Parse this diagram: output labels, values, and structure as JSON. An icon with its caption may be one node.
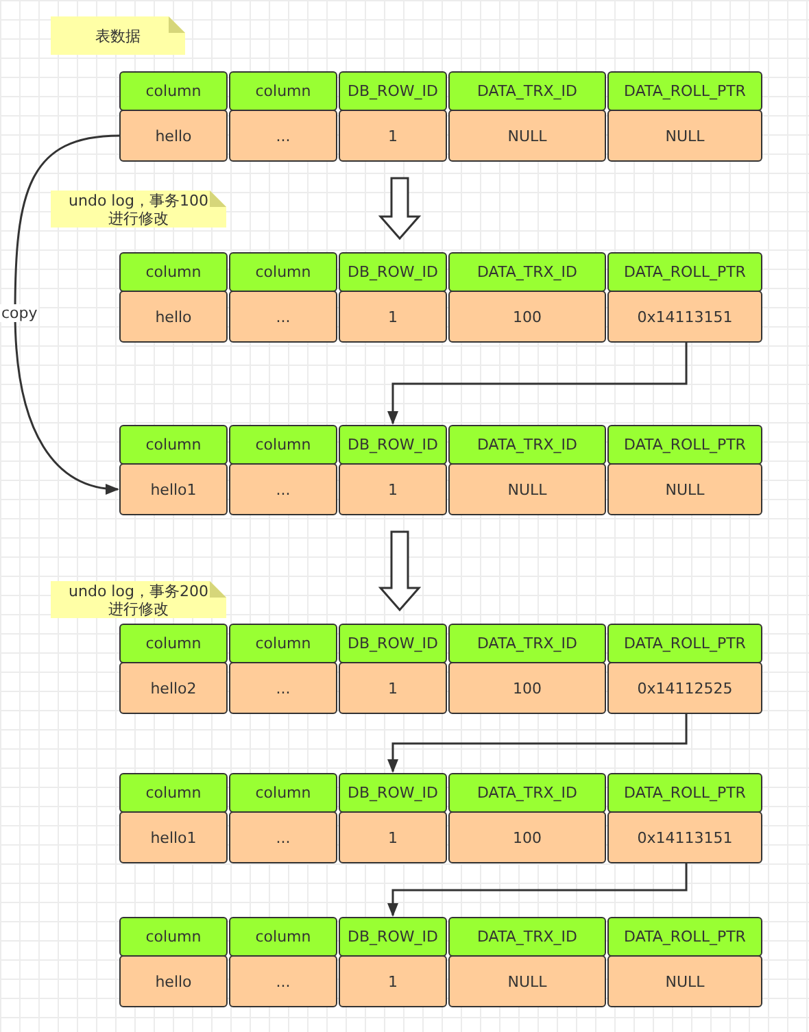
{
  "diagram": {
    "nodes": [
      {
        "text": [
          "表数据"
        ]
      },
      {
        "text": [
          "column"
        ]
      },
      {
        "text": [
          "column"
        ]
      },
      {
        "text": [
          "DB_ROW_ID"
        ]
      },
      {
        "text": [
          "DATA_TRX_ID"
        ]
      },
      {
        "text": [
          "DATA_ROLL_PTR"
        ]
      },
      {
        "text": [
          "hello"
        ]
      },
      {
        "text": [
          "..."
        ]
      },
      {
        "text": [
          "1"
        ]
      },
      {
        "text": [
          "NULL"
        ]
      },
      {
        "text": [
          "NULL"
        ]
      },
      {
        "text": [
          "undo log，事务100进行修改"
        ]
      },
      {
        "text": [
          "column"
        ]
      },
      {
        "text": [
          "column"
        ]
      },
      {
        "text": [
          "DB_ROW_ID"
        ]
      },
      {
        "text": [
          "DATA_TRX_ID"
        ]
      },
      {
        "text": [
          "DATA_ROLL_PTR"
        ]
      },
      {
        "text": [
          "hello"
        ]
      },
      {
        "text": [
          "..."
        ]
      },
      {
        "text": [
          "1"
        ]
      },
      {
        "text": [
          "100"
        ]
      },
      {
        "text": [
          "0x14113151"
        ]
      },
      {
        "text": [
          "column"
        ]
      },
      {
        "text": [
          "column"
        ]
      },
      {
        "text": [
          "DB_ROW_ID"
        ]
      },
      {
        "text": [
          "DATA_TRX_ID"
        ]
      },
      {
        "text": [
          "DATA_ROLL_PTR"
        ]
      },
      {
        "text": [
          "hello1"
        ]
      },
      {
        "text": [
          "..."
        ]
      },
      {
        "text": [
          "1"
        ]
      },
      {
        "text": [
          "NULL"
        ]
      },
      {
        "text": [
          "NULL"
        ]
      },
      {
        "text": [
          "undo log，事务200进行修改"
        ]
      },
      {
        "text": [
          "column"
        ]
      },
      {
        "text": [
          "column"
        ]
      },
      {
        "text": [
          "DB_ROW_ID"
        ]
      },
      {
        "text": [
          "DATA_TRX_ID"
        ]
      },
      {
        "text": [
          "DATA_ROLL_PTR"
        ]
      },
      {
        "text": [
          "hello2"
        ]
      },
      {
        "text": [
          "..."
        ]
      },
      {
        "text": [
          "1"
        ]
      },
      {
        "text": [
          "100"
        ]
      },
      {
        "text": [
          "0x14112525"
        ]
      },
      {
        "text": [
          "column"
        ]
      },
      {
        "text": [
          "column"
        ]
      },
      {
        "text": [
          "DB_ROW_ID"
        ]
      },
      {
        "text": [
          "DATA_TRX_ID"
        ]
      },
      {
        "text": [
          "DATA_ROLL_PTR"
        ]
      },
      {
        "text": [
          "hello1"
        ]
      },
      {
        "text": [
          "..."
        ]
      },
      {
        "text": [
          "1"
        ]
      },
      {
        "text": [
          "100"
        ]
      },
      {
        "text": [
          "0x14113151"
        ]
      },
      {
        "text": [
          "column"
        ]
      },
      {
        "text": [
          "column"
        ]
      },
      {
        "text": [
          "DB_ROW_ID"
        ]
      },
      {
        "text": [
          "DATA_TRX_ID"
        ]
      },
      {
        "text": [
          "DATA_ROLL_PTR"
        ]
      },
      {
        "text": [
          "hello"
        ]
      },
      {
        "text": [
          "..."
        ]
      },
      {
        "text": [
          "1"
        ]
      },
      {
        "text": [
          "NULL"
        ]
      },
      {
        "text": [
          "NULL"
        ]
      }
    ],
    "edges": [
      {
        "from": 6,
        "to": 27,
        "arrow": "to",
        "label": "copy"
      },
      {
        "from": 8,
        "to": 14,
        "arrow": "to",
        "style": "thick"
      },
      {
        "from": 21,
        "to": 24,
        "arrow": "to"
      },
      {
        "from": 29,
        "to": 35,
        "arrow": "to",
        "style": "thick"
      },
      {
        "from": 42,
        "to": 45,
        "arrow": "to"
      },
      {
        "from": 52,
        "to": 55,
        "arrow": "to"
      }
    ]
  }
}
